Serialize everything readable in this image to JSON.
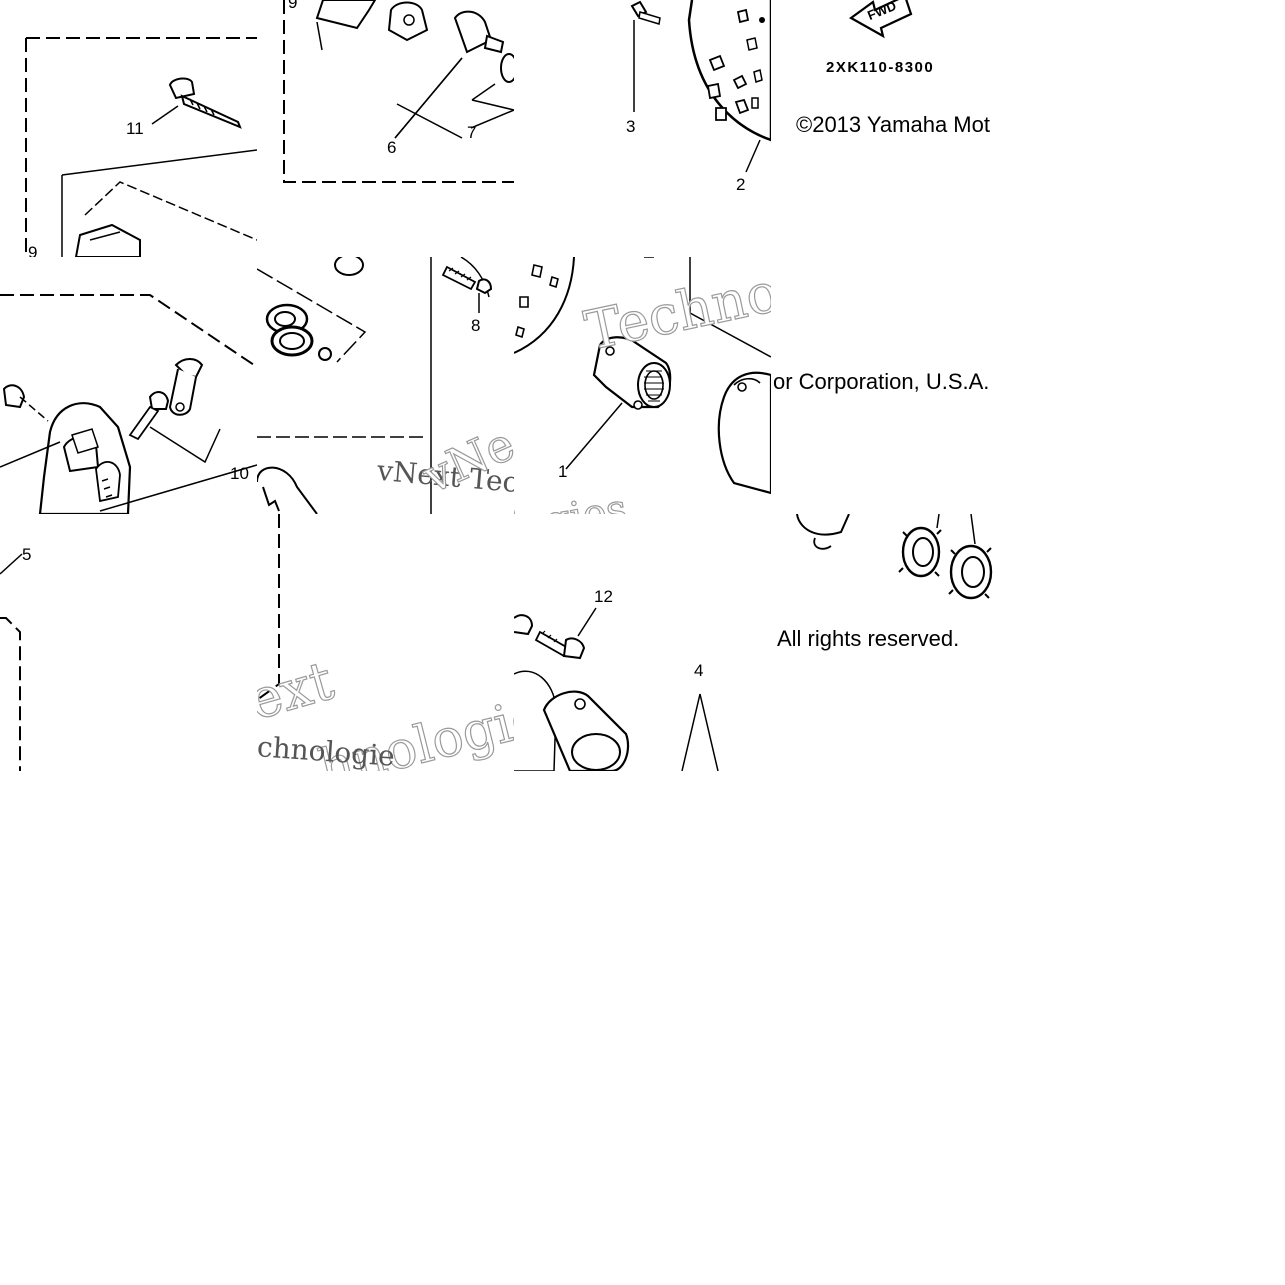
{
  "part_number": "2XK110-8300",
  "fwd_marker": "FWD",
  "copyright_line_1": "©2013 Yamaha Mot",
  "copyright_line_2": "or Corporation, U.S.A.",
  "copyright_line_3": "All rights reserved.",
  "watermark": {
    "text_a": "vNext Tec",
    "text_b": "Techno",
    "text_c": "hnologies",
    "text_d": "ext",
    "text_e": "ologies",
    "text_f": "chnologie",
    "text_g": "vNe"
  },
  "callouts": {
    "c1": "1",
    "c2": "2",
    "c3": "3",
    "c4": "4",
    "c5": "5",
    "c6": "6",
    "c7": "7",
    "c8": "8",
    "c9a": "9",
    "c9b": "9",
    "c10": "10",
    "c11": "11",
    "c12": "12"
  }
}
